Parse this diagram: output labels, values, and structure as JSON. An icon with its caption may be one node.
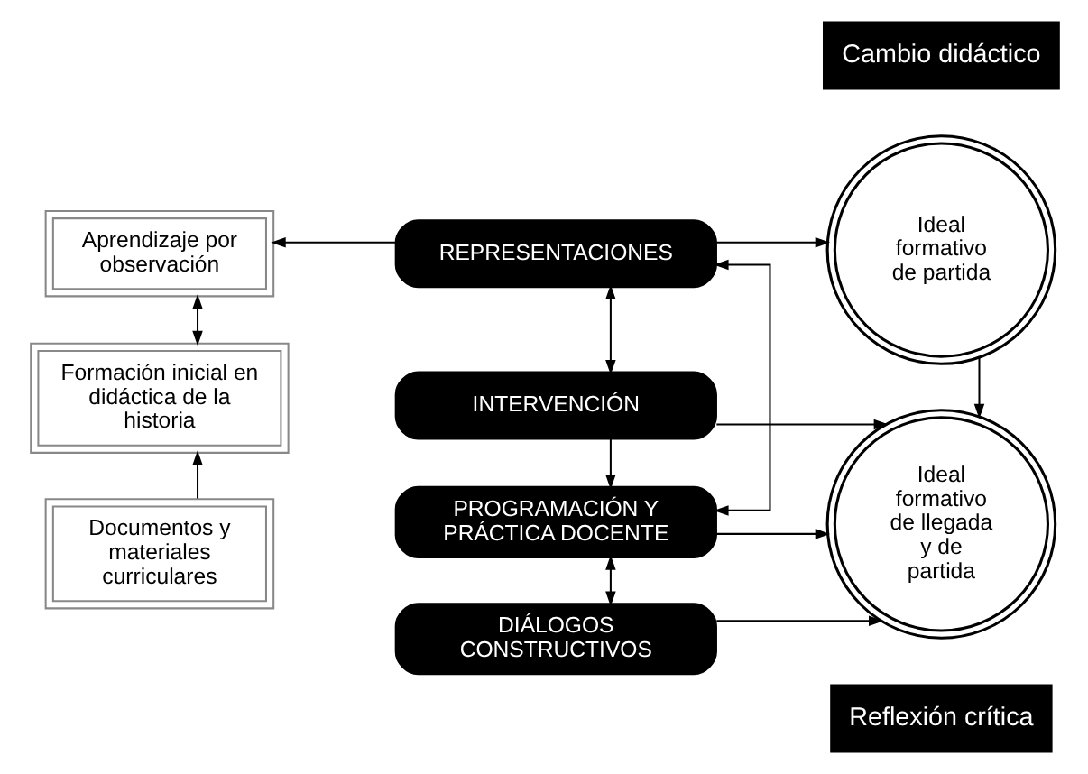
{
  "diagram": {
    "nodes": [
      {
        "text": [
          "Aprendizaje por observación"
        ]
      },
      {
        "text": [
          "Formación inicial en didáctica de la historia"
        ]
      },
      {
        "text": [
          "Documentos y materiales curriculares"
        ]
      },
      {
        "text": [
          "REPRESENTACIONES"
        ]
      },
      {
        "text": [
          "INTERVENCIÓN"
        ]
      },
      {
        "text": [
          "PROGRAMACIÓN Y PRÁCTICA DOCENTE"
        ]
      },
      {
        "text": [
          "DIÁLOGOS CONSTRUCTIVOS"
        ]
      },
      {
        "text": [
          "Ideal formativo de partida"
        ]
      },
      {
        "text": [
          "Ideal formativo de llegada y de partida"
        ]
      },
      {
        "text": [
          "Cambio didáctico"
        ]
      },
      {
        "text": [
          "Reflexión crítica"
        ]
      }
    ],
    "edges": [
      {
        "from": 3,
        "to": 0,
        "arrow": "to"
      },
      {
        "from": 0,
        "to": 1,
        "arrow": "both"
      },
      {
        "from": 2,
        "to": 1,
        "arrow": "to"
      },
      {
        "from": 3,
        "to": 5,
        "arrow": "both"
      },
      {
        "from": 3,
        "to": 4,
        "arrow": "both"
      },
      {
        "from": 4,
        "to": 5,
        "arrow": "to"
      },
      {
        "from": 5,
        "to": 6,
        "arrow": "both"
      },
      {
        "from": 3,
        "to": 7,
        "arrow": "to"
      },
      {
        "from": 4,
        "to": 8,
        "arrow": "to"
      },
      {
        "from": 5,
        "to": 8,
        "arrow": "to"
      },
      {
        "from": 6,
        "to": 8,
        "arrow": "to"
      },
      {
        "from": 7,
        "to": 8,
        "arrow": "to"
      }
    ]
  }
}
